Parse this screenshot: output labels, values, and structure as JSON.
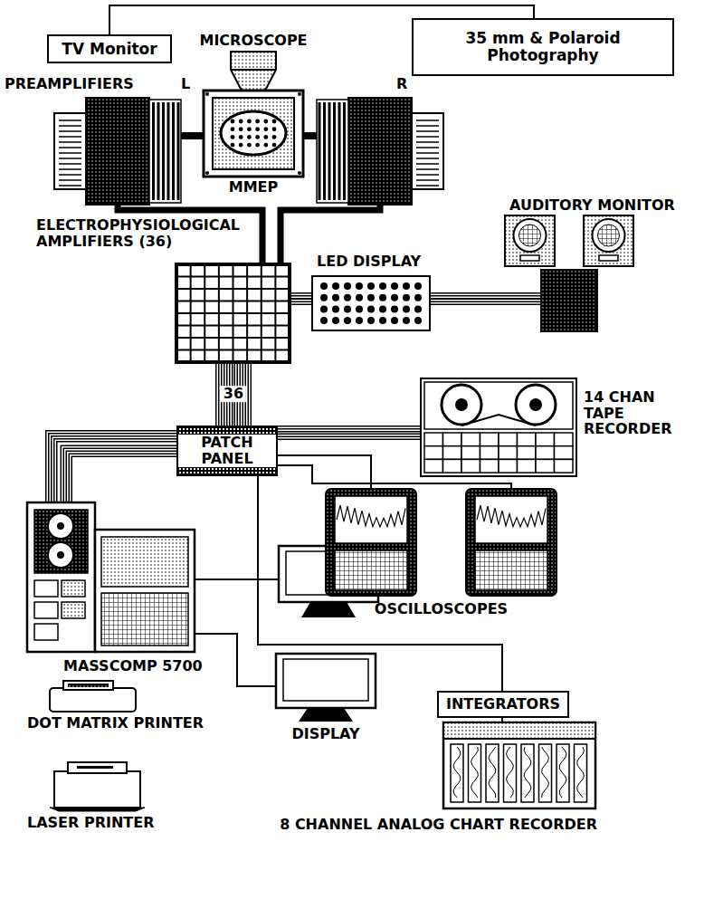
{
  "diagram": {
    "nodes": [
      {
        "text": [
          "TV Monitor"
        ]
      },
      {
        "text": [
          "MICROSCOPE"
        ]
      },
      {
        "text": [
          "35 mm & Polaroid Photography"
        ]
      },
      {
        "text": [
          "PREAMPLIFIERS",
          "L"
        ]
      },
      {
        "text": [
          "MMEP"
        ]
      },
      {
        "text": [
          "R"
        ]
      },
      {
        "text": [
          "ELECTROPHYSIOLOGICAL AMPLIFIERS (36)"
        ]
      },
      {
        "text": [
          "LED DISPLAY"
        ]
      },
      {
        "text": [
          "AUDITORY MONITOR"
        ]
      },
      {
        "text": [
          "PATCH PANEL"
        ]
      },
      {
        "text": [
          "14 CHAN TAPE RECORDER"
        ]
      },
      {
        "text": [
          "MASSCOMP 5700"
        ]
      },
      {
        "text": [
          "OSCILLOSCOPES"
        ]
      },
      {
        "text": [
          "DISPLAY"
        ]
      },
      {
        "text": [
          "INTEGRATORS"
        ]
      },
      {
        "text": [
          "8 CHANNEL ANALOG CHART RECORDER"
        ]
      },
      {
        "text": [
          "DOT MATRIX PRINTER"
        ]
      },
      {
        "text": [
          "LASER PRINTER"
        ]
      }
    ],
    "edges": [
      {
        "from": 0,
        "to": 2,
        "arrow": "none"
      },
      {
        "from": 3,
        "to": 4,
        "arrow": "none"
      },
      {
        "from": 5,
        "to": 4,
        "arrow": "none"
      },
      {
        "from": 3,
        "to": 6,
        "arrow": "none"
      },
      {
        "from": 5,
        "to": 6,
        "arrow": "none"
      },
      {
        "from": 6,
        "to": 7,
        "arrow": "none"
      },
      {
        "from": 7,
        "to": 8,
        "arrow": "none"
      },
      {
        "from": 6,
        "to": 9,
        "label": "36",
        "arrow": "none"
      },
      {
        "from": 9,
        "to": 10,
        "arrow": "none"
      },
      {
        "from": 9,
        "to": 12,
        "arrow": "none"
      },
      {
        "from": 9,
        "to": 12,
        "arrow": "none"
      },
      {
        "from": 9,
        "to": 11,
        "arrow": "none"
      },
      {
        "from": 9,
        "to": 14,
        "arrow": "none"
      },
      {
        "from": 11,
        "to": 13,
        "arrow": "none"
      },
      {
        "from": 14,
        "to": 15,
        "arrow": "none"
      }
    ]
  }
}
